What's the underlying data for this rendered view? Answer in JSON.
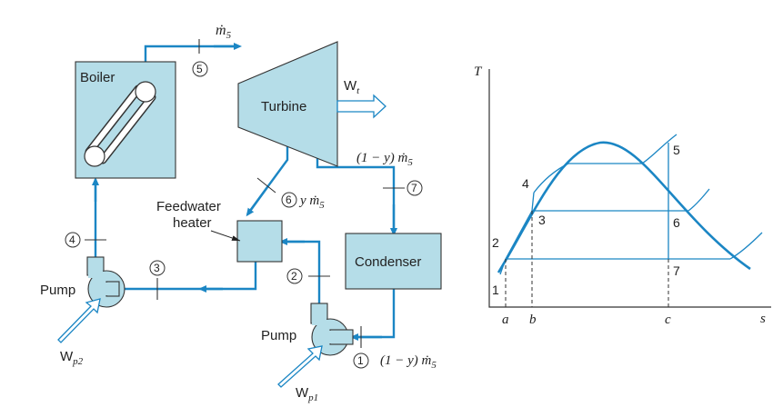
{
  "components": {
    "boiler": "Boiler",
    "turbine": "Turbine",
    "condenser": "Condenser",
    "feedwater_heater_line1": "Feedwater",
    "feedwater_heater_line2": "heater",
    "pump_hp": "Pump",
    "pump_lp": "Pump"
  },
  "work": {
    "turbine_w": "W",
    "turbine_sub": "t",
    "pump2_w": "W",
    "pump2_sub": "p2",
    "pump1_w": "W",
    "pump1_sub": "p1"
  },
  "flows": {
    "m5": "ṁ",
    "m5_sub": "5",
    "extract_y": "y ṁ",
    "extract_sub": "5",
    "exhaust": "(1 − y) ṁ",
    "exhaust_sub": "5",
    "condensate": "(1 − y) ṁ",
    "condensate_sub": "5"
  },
  "state_points": [
    "1",
    "2",
    "3",
    "4",
    "5",
    "6",
    "7"
  ],
  "ts_diagram": {
    "y_axis": "T",
    "x_axis": "s",
    "s_ticks": [
      "a",
      "b",
      "c"
    ],
    "point_labels": [
      "1",
      "2",
      "3",
      "4",
      "5",
      "6",
      "7"
    ]
  }
}
